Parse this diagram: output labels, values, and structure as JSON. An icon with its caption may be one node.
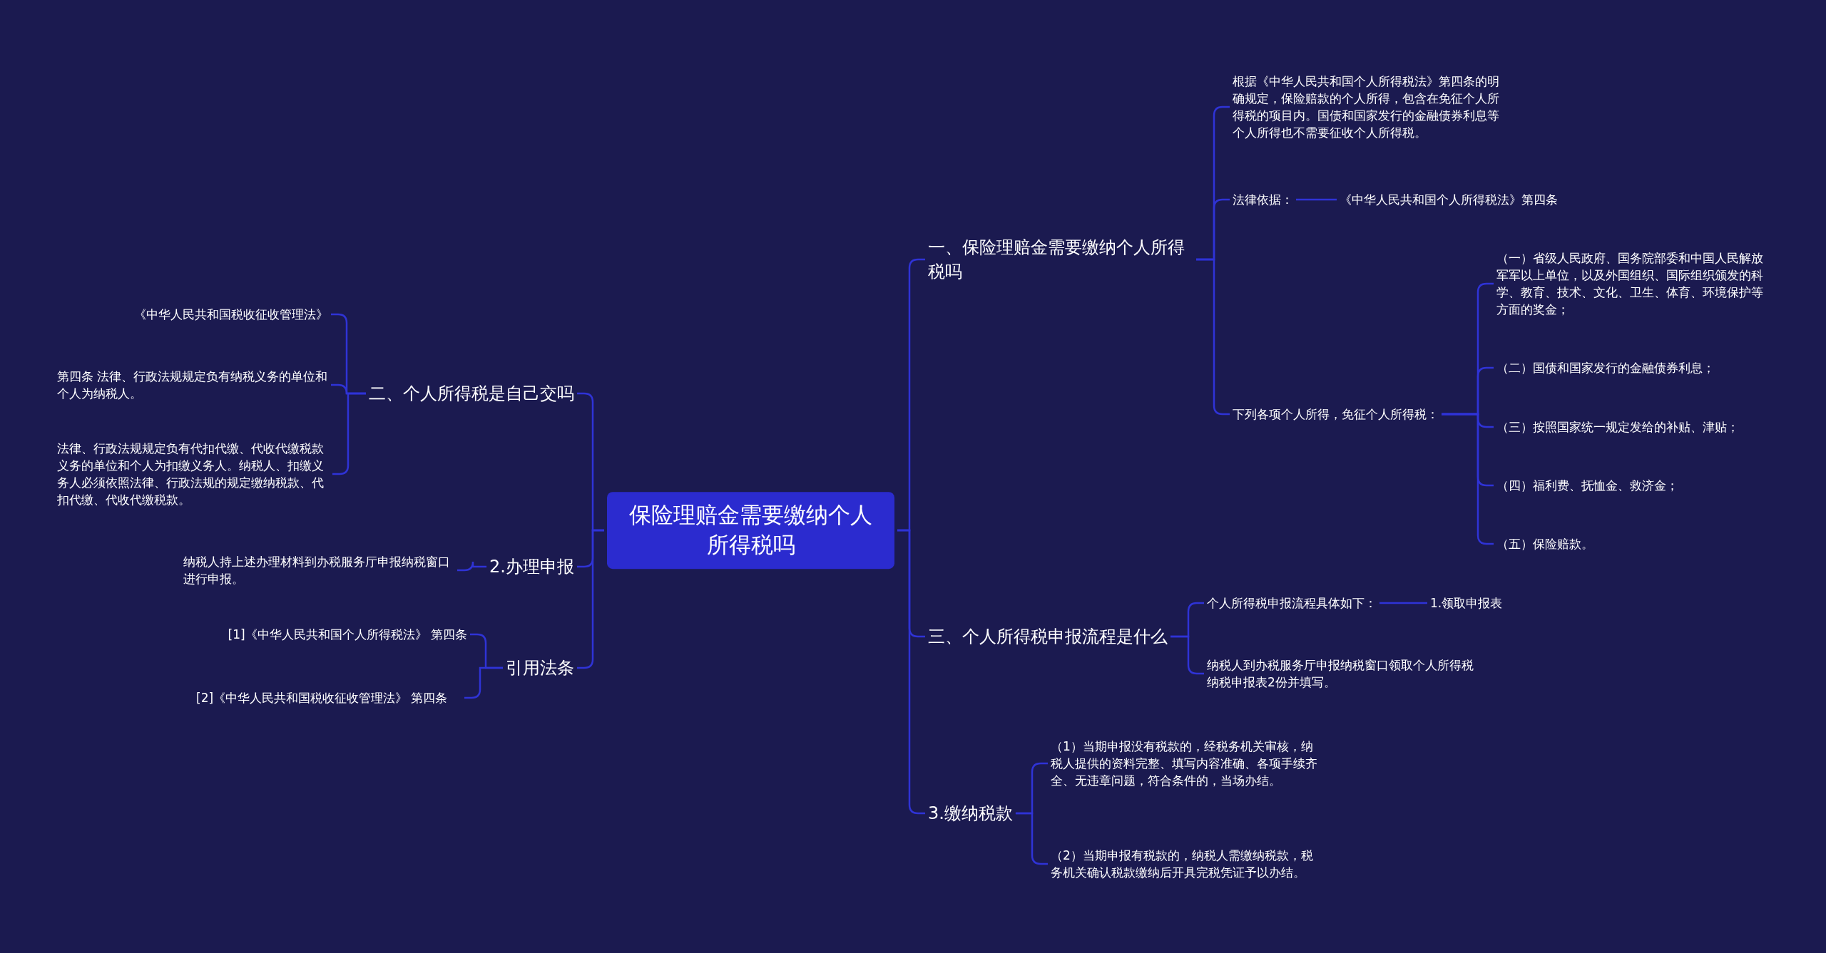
{
  "diagram": {
    "nodes": [
      {
        "text": [
          "保险理赔金需要缴纳个人所得税吗"
        ]
      },
      {
        "text": [
          "一、保险理赔金需要缴纳个人所得税吗"
        ]
      },
      {
        "text": [
          "根据《中华人民共和国个人所得税法》第四条的明确规定，保险赔款的个人所得，包含在免征个人所得税的项目内。国债和国家发行的金融债券利息等个人所得也不需要征收个人所得税。"
        ]
      },
      {
        "text": [
          "法律依据："
        ]
      },
      {
        "text": [
          "《中华人民共和国个人所得税法》第四条"
        ]
      },
      {
        "text": [
          "下列各项个人所得，免征个人所得税："
        ]
      },
      {
        "text": [
          "（一）省级人民政府、国务院部委和中国人民解放军军以上单位，以及外国组织、国际组织颁发的科学、教育、技术、文化、卫生、体育、环境保护等方面的奖金；"
        ]
      },
      {
        "text": [
          "（二）国债和国家发行的金融债券利息；"
        ]
      },
      {
        "text": [
          "（三）按照国家统一规定发给的补贴、津贴；"
        ]
      },
      {
        "text": [
          "（四）福利费、抚恤金、救济金；"
        ]
      },
      {
        "text": [
          "（五）保险赔款。"
        ]
      },
      {
        "text": [
          "三、个人所得税申报流程是什么"
        ]
      },
      {
        "text": [
          "个人所得税申报流程具体如下："
        ]
      },
      {
        "text": [
          "1.领取申报表"
        ]
      },
      {
        "text": [
          "纳税人到办税服务厅申报纳税窗口领取个人所得税纳税申报表2份并填写。"
        ]
      },
      {
        "text": [
          "3.缴纳税款"
        ]
      },
      {
        "text": [
          "（1）当期申报没有税款的，经税务机关审核，纳税人提供的资料完整、填写内容准确、各项手续齐全、无违章问题，符合条件的，当场办结。"
        ]
      },
      {
        "text": [
          "（2）当期申报有税款的，纳税人需缴纳税款，税务机关确认税款缴纳后开具完税凭证予以办结。"
        ]
      },
      {
        "text": [
          "二、个人所得税是自己交吗"
        ]
      },
      {
        "text": [
          "《中华人民共和国税收征收管理法》"
        ]
      },
      {
        "text": [
          "第四条 法律、行政法规规定负有纳税义务的单位和个人为纳税人。"
        ]
      },
      {
        "text": [
          "法律、行政法规规定负有代扣代缴、代收代缴税款义务的单位和个人为扣缴义务人。纳税人、扣缴义务人必须依照法律、行政法规的规定缴纳税款、代扣代缴、代收代缴税款。"
        ]
      },
      {
        "text": [
          "2.办理申报"
        ]
      },
      {
        "text": [
          "纳税人持上述办理材料到办税服务厅申报纳税窗口进行申报。"
        ]
      },
      {
        "text": [
          "引用法条"
        ]
      },
      {
        "text": [
          "[1]《中华人民共和国个人所得税法》 第四条"
        ]
      },
      {
        "text": [
          "[2]《中华人民共和国税收征收管理法》 第四条"
        ]
      }
    ],
    "edges": [
      {
        "from": 0,
        "to": 1,
        "arrow": "none"
      },
      {
        "from": 0,
        "to": 11,
        "arrow": "none"
      },
      {
        "from": 0,
        "to": 15,
        "arrow": "none"
      },
      {
        "from": 0,
        "to": 18,
        "arrow": "none"
      },
      {
        "from": 0,
        "to": 22,
        "arrow": "none"
      },
      {
        "from": 0,
        "to": 24,
        "arrow": "none"
      },
      {
        "from": 1,
        "to": 2,
        "arrow": "none"
      },
      {
        "from": 1,
        "to": 3,
        "arrow": "none"
      },
      {
        "from": 1,
        "to": 5,
        "arrow": "none"
      },
      {
        "from": 3,
        "to": 4,
        "arrow": "none"
      },
      {
        "from": 5,
        "to": 6,
        "arrow": "none"
      },
      {
        "from": 5,
        "to": 7,
        "arrow": "none"
      },
      {
        "from": 5,
        "to": 8,
        "arrow": "none"
      },
      {
        "from": 5,
        "to": 9,
        "arrow": "none"
      },
      {
        "from": 5,
        "to": 10,
        "arrow": "none"
      },
      {
        "from": 11,
        "to": 12,
        "arrow": "none"
      },
      {
        "from": 11,
        "to": 14,
        "arrow": "none"
      },
      {
        "from": 12,
        "to": 13,
        "arrow": "none"
      },
      {
        "from": 15,
        "to": 16,
        "arrow": "none"
      },
      {
        "from": 15,
        "to": 17,
        "arrow": "none"
      },
      {
        "from": 18,
        "to": 19,
        "arrow": "none"
      },
      {
        "from": 18,
        "to": 20,
        "arrow": "none"
      },
      {
        "from": 18,
        "to": 21,
        "arrow": "none"
      },
      {
        "from": 22,
        "to": 23,
        "arrow": "none"
      },
      {
        "from": 24,
        "to": 25,
        "arrow": "none"
      },
      {
        "from": 24,
        "to": 26,
        "arrow": "none"
      }
    ]
  }
}
